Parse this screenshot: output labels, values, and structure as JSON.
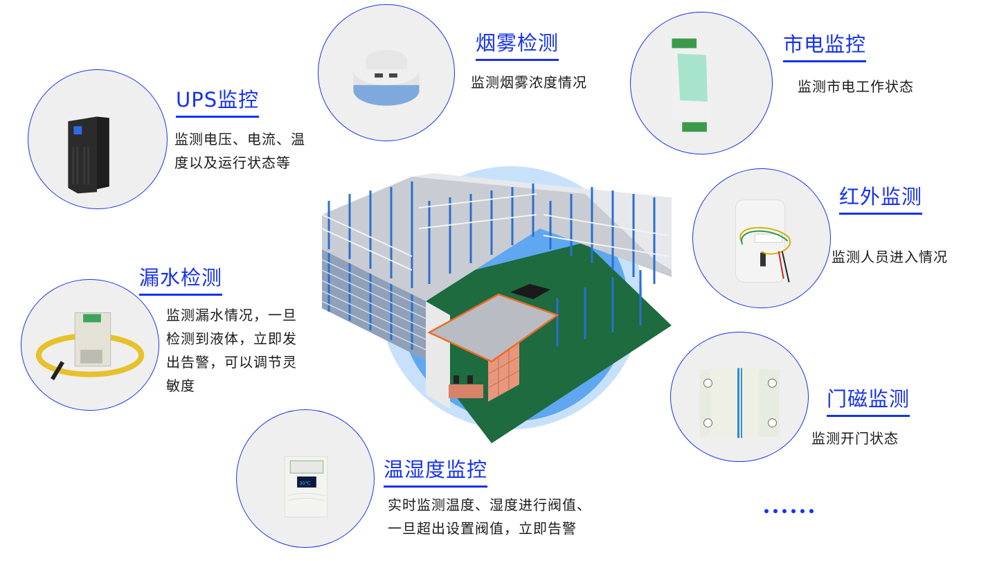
{
  "features": [
    {
      "id": "ups",
      "title": "UPS监控",
      "description": "监测电压、电流、温\n度以及运行状态等",
      "icon": "ups-device-icon"
    },
    {
      "id": "smoke",
      "title": "烟雾检测",
      "description": "监测烟雾浓度情况",
      "icon": "smoke-detector-icon"
    },
    {
      "id": "mains",
      "title": "市电监控",
      "description": "监测市电工作状态",
      "icon": "mains-monitor-module-icon"
    },
    {
      "id": "infrared",
      "title": "红外监测",
      "description": "监测人员进入情况",
      "icon": "infrared-sensor-icon"
    },
    {
      "id": "leak",
      "title": "漏水检测",
      "description": "监测漏水情况，一旦\n检测到液体，立即发\n出告警，可以调节灵\n敏度",
      "icon": "water-leak-sensor-icon"
    },
    {
      "id": "temp_humidity",
      "title": "温湿度监控",
      "description": "实时监测温度、湿度进行阀值、\n一旦超出设置阀值，立即告警",
      "icon": "temperature-humidity-sensor-icon"
    },
    {
      "id": "door",
      "title": "门磁监测",
      "description": "监测开门状态",
      "icon": "door-magnetic-sensor-icon"
    }
  ],
  "more_indicator": "......",
  "center_image": "warehouse-3d-illustration",
  "colors": {
    "accent": "#1531f0",
    "circle_border": "#1b33ee",
    "circle_fill": "#efefef",
    "center_light": "#c8e1fb",
    "center_dark": "#5fa7f0",
    "text": "#1a1a1a"
  }
}
